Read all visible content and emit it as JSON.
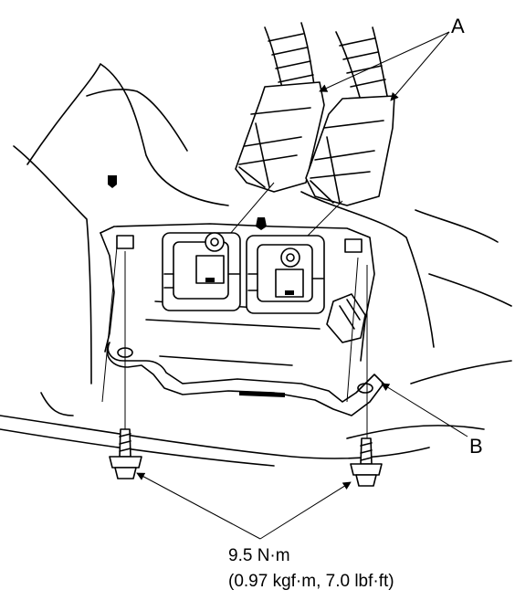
{
  "callouts": {
    "a": "A",
    "b": "B"
  },
  "torque": {
    "line1": "9.5 N·m",
    "line2": "(0.97 kgf·m, 7.0 lbf·ft)"
  },
  "colors": {
    "line": "#000000",
    "background": "#ffffff"
  }
}
